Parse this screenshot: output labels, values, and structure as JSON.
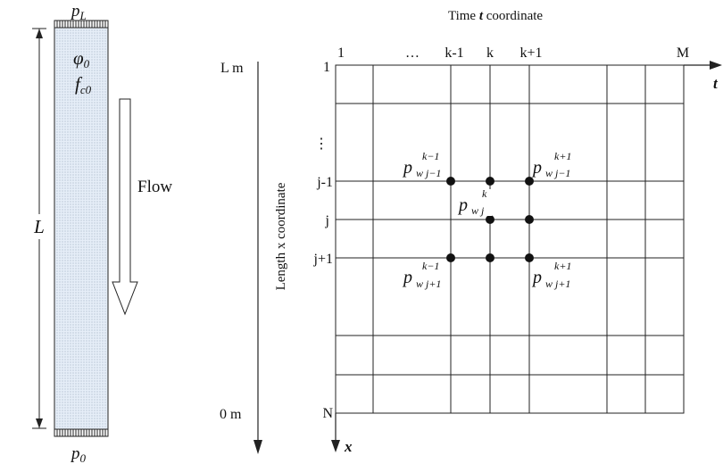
{
  "column": {
    "top_label": "p",
    "top_sub": "L",
    "bottom_label": "p",
    "bottom_sub": "0",
    "phi": "φ",
    "phi_sub": "0",
    "fc": "f",
    "fc_sub": "c0",
    "length_label": "L",
    "flow_label": "Flow"
  },
  "axes": {
    "x_top": "L m",
    "x_bottom": "0 m",
    "x_title": "Length  x coordinate",
    "t_title_pre": "Time ",
    "t_title_var": "t",
    "t_title_post": " coordinate",
    "t_arrow_label": "t",
    "x_arrow_label": "x"
  },
  "grid_labels": {
    "columns": [
      "1",
      "…",
      "k-1",
      "k",
      "k+1",
      "M"
    ],
    "rows": [
      "1",
      "⋮",
      "j-1",
      "j",
      "j+1",
      "N"
    ]
  },
  "points": {
    "p_tl": {
      "base": "p",
      "sub": "w j−1",
      "sup": "k−1"
    },
    "p_tr": {
      "base": "p",
      "sub": "w j−1",
      "sup": "k+1"
    },
    "p_c": {
      "base": "p",
      "sub": "w j",
      "sup": "k"
    },
    "p_bl": {
      "base": "p",
      "sub": "w j+1",
      "sup": "k−1"
    },
    "p_br": {
      "base": "p",
      "sub": "w j+1",
      "sup": "k+1"
    }
  }
}
